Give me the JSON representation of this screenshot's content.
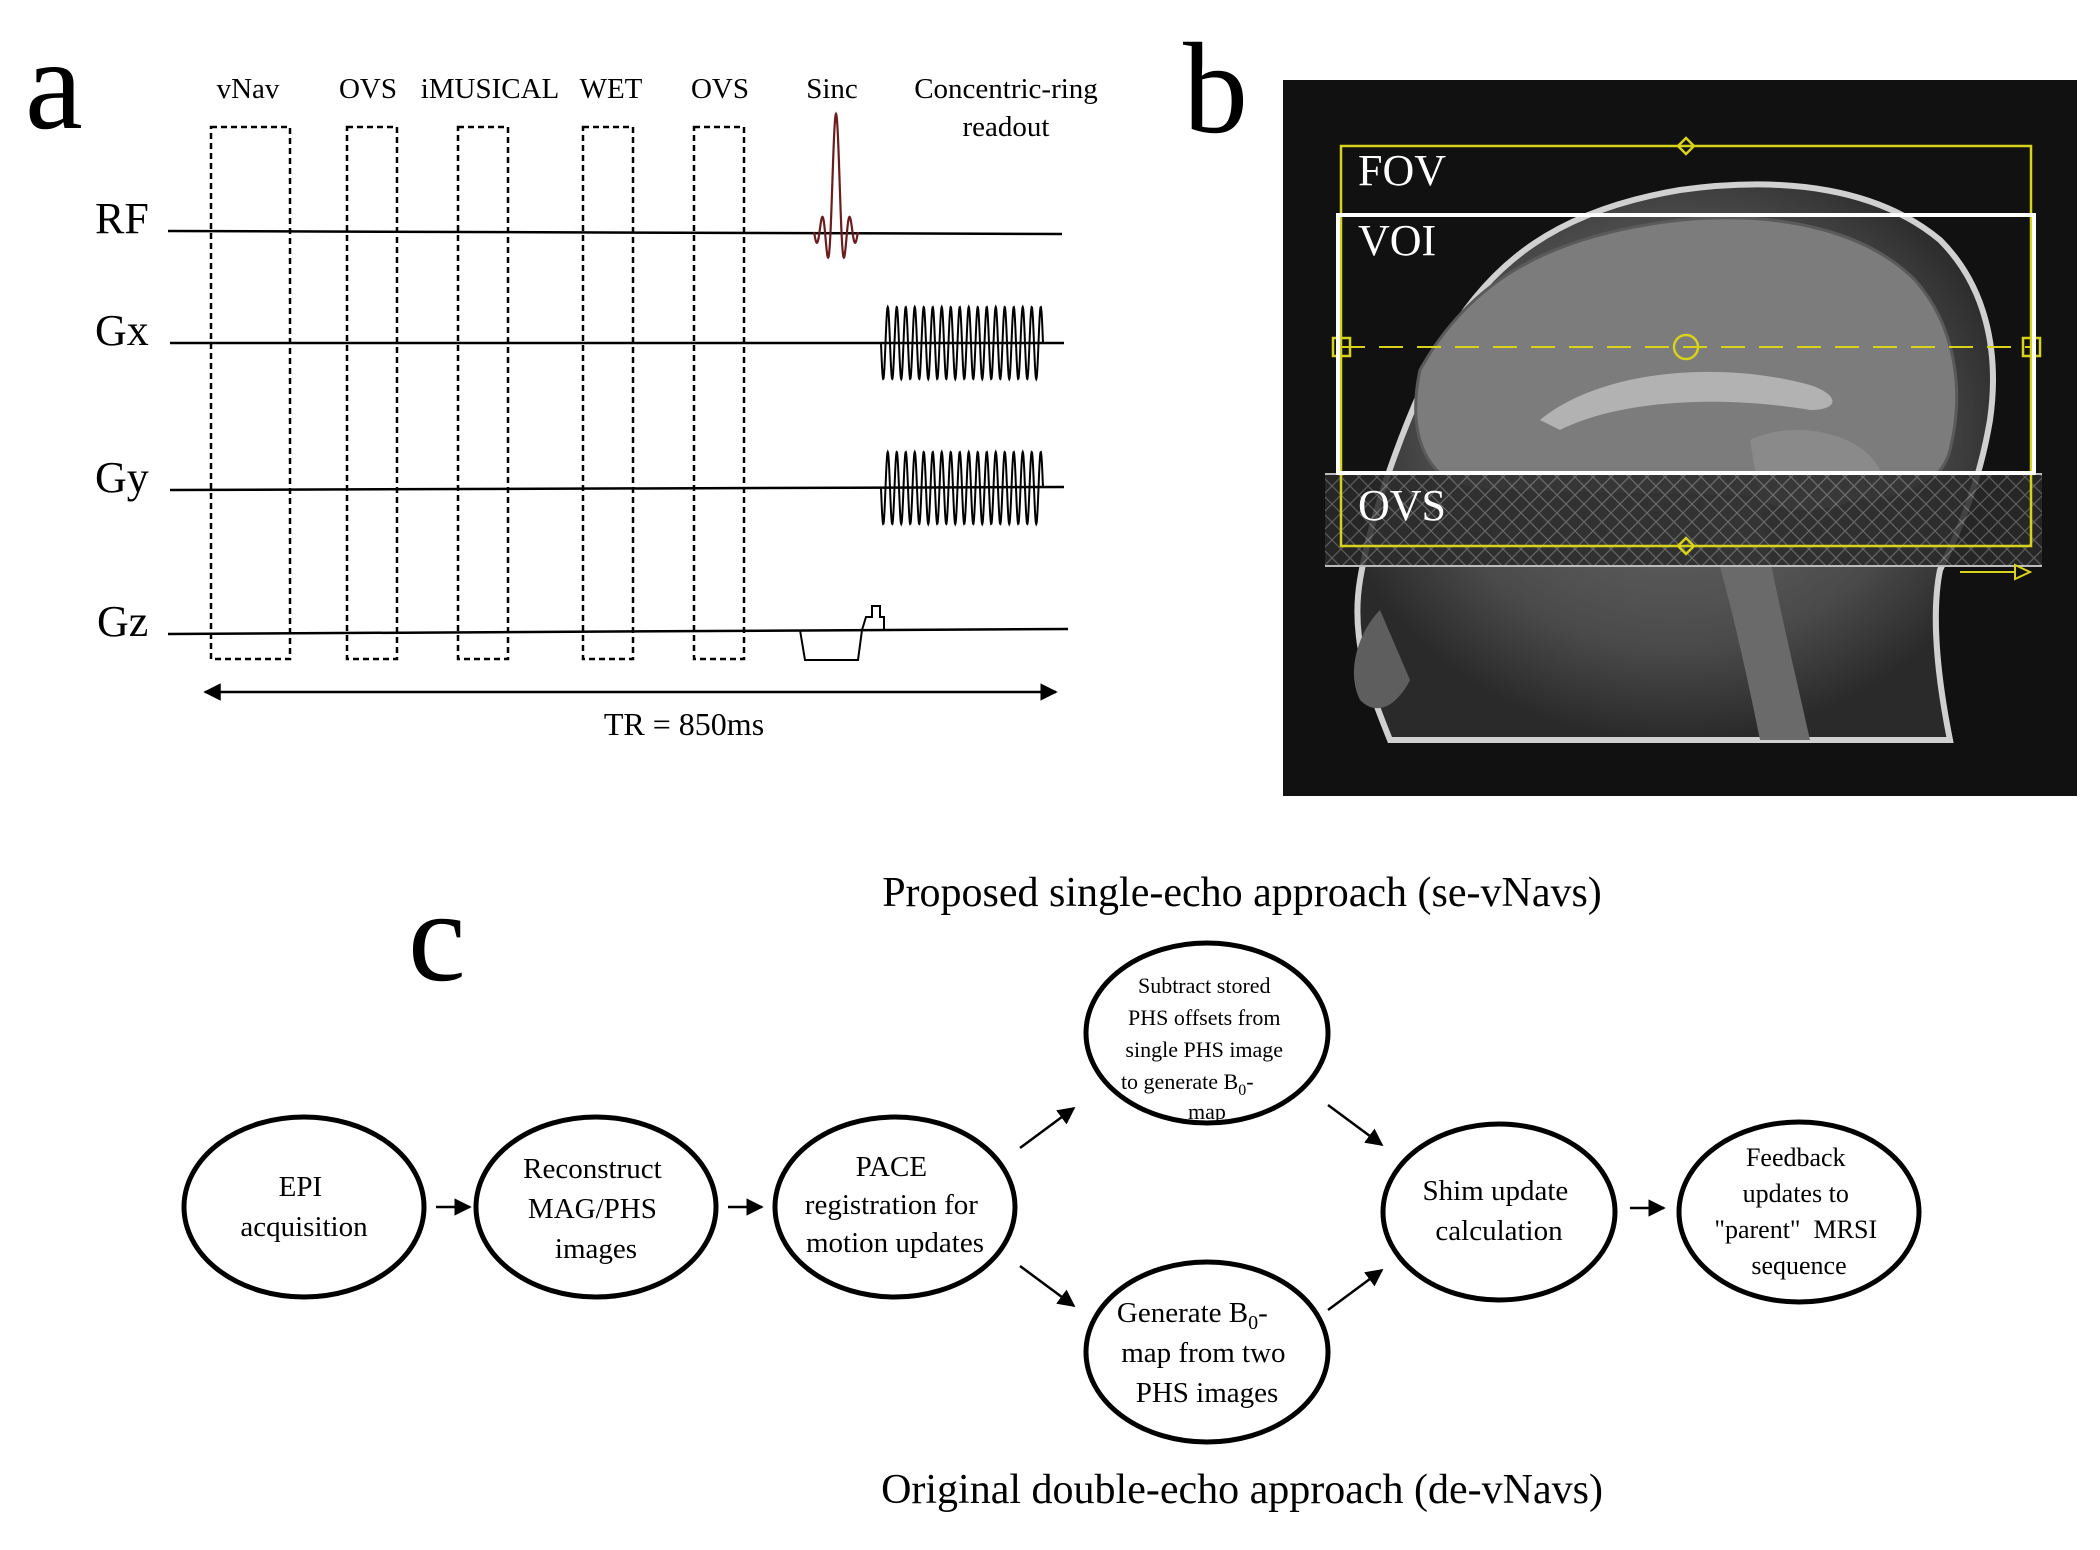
{
  "panel_a": {
    "label": "a",
    "blocks": [
      "vNav",
      "OVS",
      "iMUSICAL",
      "WET",
      "OVS",
      "Sinc"
    ],
    "readout_label": [
      "Concentric-ring",
      "readout"
    ],
    "axes": [
      "RF",
      "Gx",
      "Gy",
      "Gz"
    ],
    "tr_label": "TR = 850ms"
  },
  "panel_b": {
    "label": "b",
    "labels": {
      "fov": "FOV",
      "voi": "VOI",
      "ovs": "OVS"
    },
    "colors": {
      "fov_box": "#d7d21c",
      "voi_box": "#ffffff",
      "background": "#111111"
    }
  },
  "panel_c": {
    "label": "c",
    "top_title": "Proposed single-echo approach (se-vNavs)",
    "bottom_title": "Original double-echo approach (de-vNavs)",
    "nodes": {
      "epi": [
        "EPI",
        "acquisition"
      ],
      "recon": [
        "Reconstruct",
        "MAG/PHS",
        "images"
      ],
      "pace": [
        "PACE",
        "registration for",
        "motion updates"
      ],
      "subtract": [
        "Subtract stored",
        "PHS offsets from",
        "single PHS image",
        "to generate B",
        "0",
        "-",
        "map"
      ],
      "generate": [
        "Generate B",
        "0",
        "-",
        "map from two",
        "PHS images"
      ],
      "shim": [
        "Shim update",
        "calculation"
      ],
      "feedback": [
        "Feedback",
        "updates to",
        "\"parent\"  MRSI",
        "sequence"
      ]
    }
  }
}
